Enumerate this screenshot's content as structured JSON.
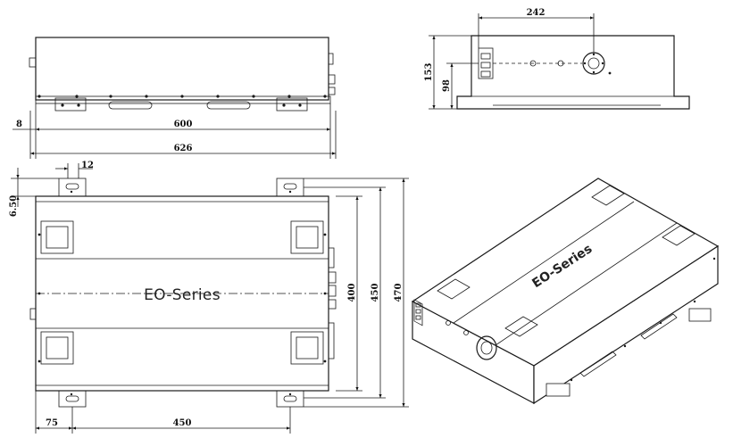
{
  "drawing": {
    "product_label": "EO-Series",
    "views": {
      "front": {
        "dims": {
          "width": "600",
          "offset": "8",
          "overall": "626"
        }
      },
      "side": {
        "dims": {
          "width": "242",
          "height": "153",
          "port_height": "98"
        }
      },
      "top": {
        "dims": {
          "lug_width": "12",
          "edge_offset": "6.50",
          "body_depth": "400",
          "lug_span": "450",
          "overall_depth": "470",
          "lug_offset": "75",
          "lug_spacing": "450"
        }
      },
      "iso": {}
    }
  }
}
